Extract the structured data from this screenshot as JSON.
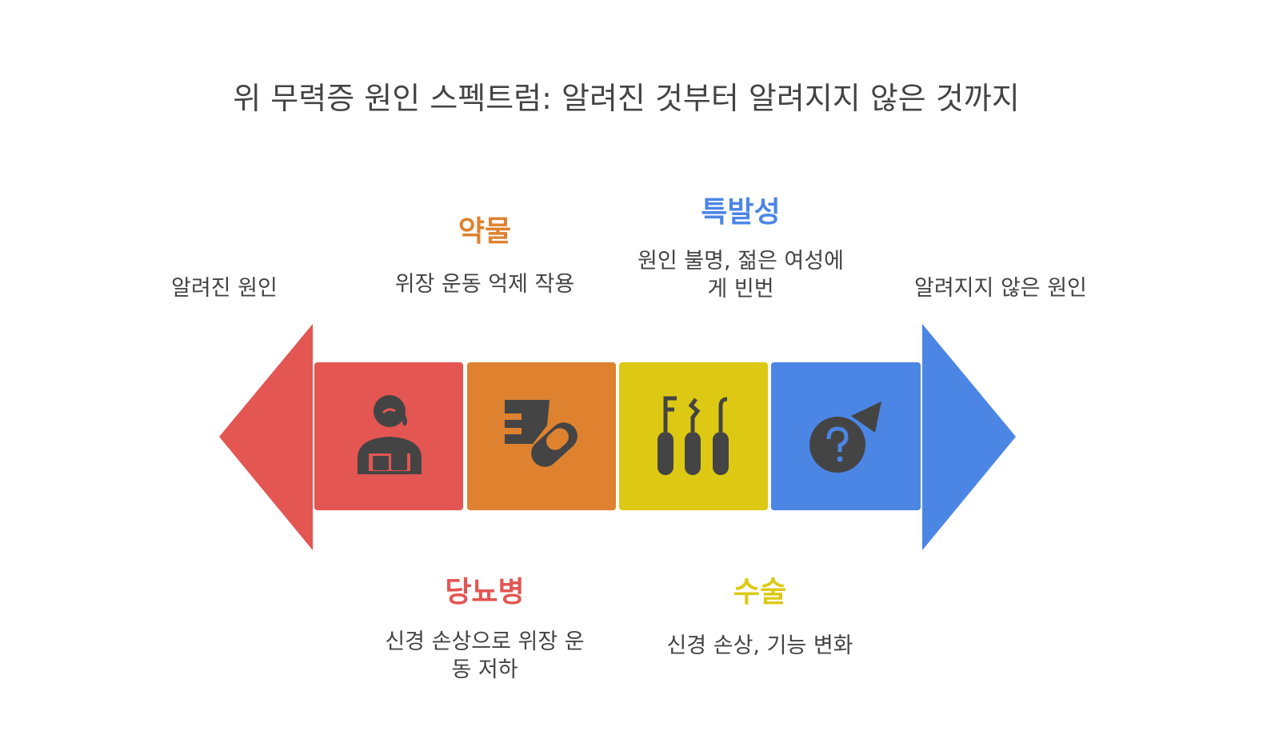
{
  "title": "위 무력증 원인 스펙트럼: 알려진 것부터 알려지지 않은 것까지",
  "ends": {
    "left": "알려진 원인",
    "right": "알려지지 않은 원인"
  },
  "items": [
    {
      "title": "당뇨병",
      "description": "신경 손상으로 위장 운동 저하",
      "color": "#E35652",
      "icon": "person-crying-icon",
      "label_position": "bottom"
    },
    {
      "title": "약물",
      "description": "위장 운동 억제 작용",
      "color": "#DE8230",
      "icon": "medicine-cup-pill-icon",
      "label_position": "top"
    },
    {
      "title": "수술",
      "description": "신경 손상, 기능 변화",
      "color": "#DDC914",
      "icon": "surgical-tools-icon",
      "label_position": "bottom"
    },
    {
      "title": "특발성",
      "description": "원인 불명, 젊은 여성에게 빈번",
      "color": "#4C86E5",
      "icon": "question-circle-icon",
      "label_position": "top"
    }
  ],
  "colors": {
    "arrow_left": "#E35652",
    "arrow_right": "#4C86E5",
    "icon_fill": "#444444",
    "title_text": "#444444"
  }
}
